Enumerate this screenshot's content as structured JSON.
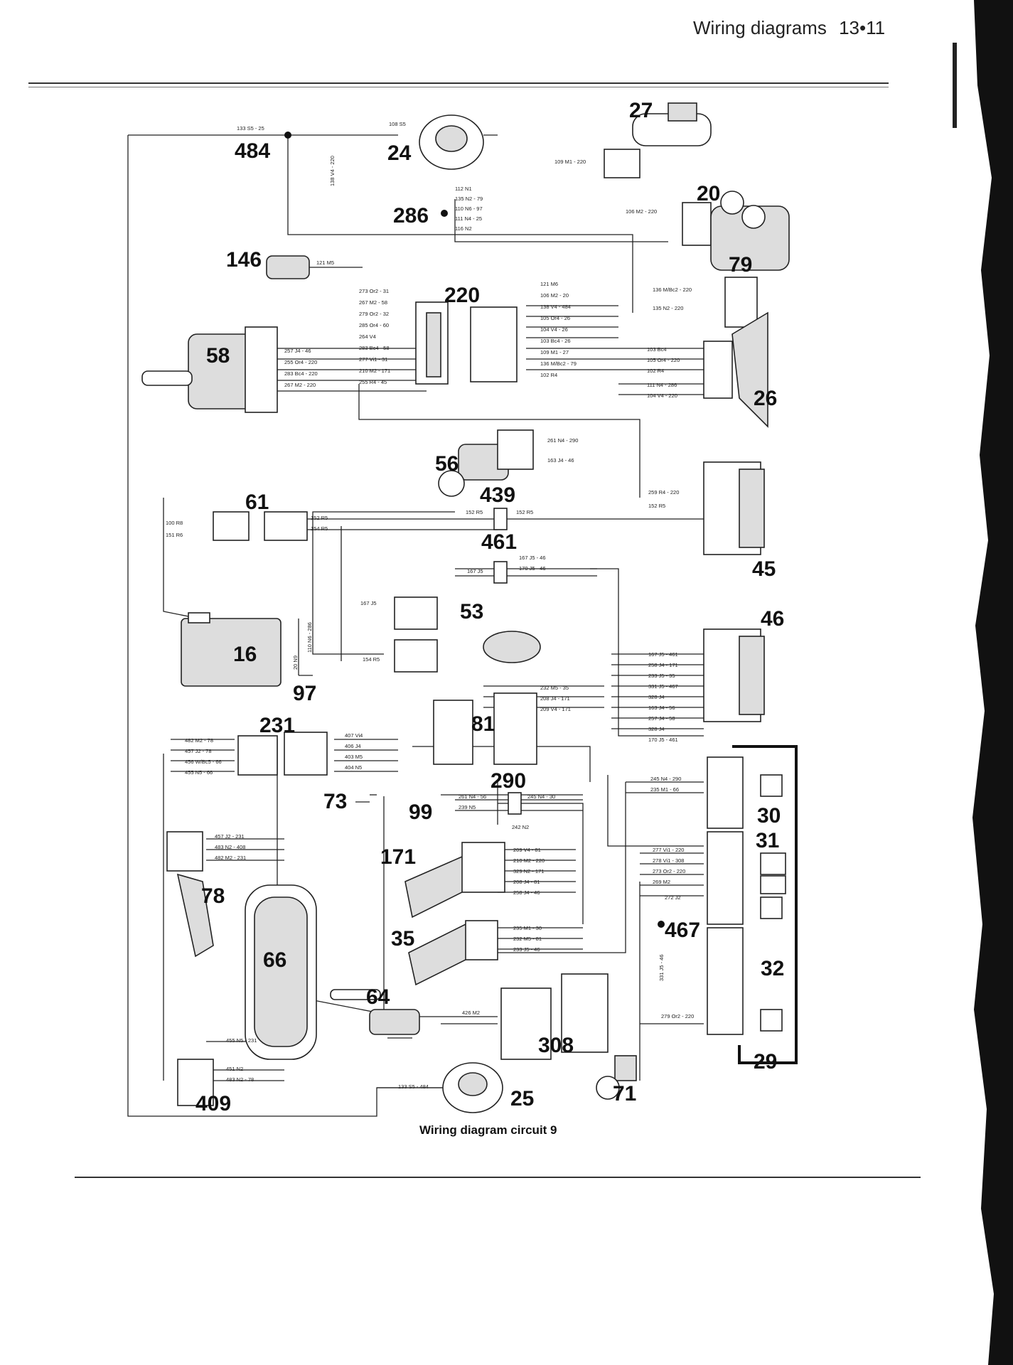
{
  "header": {
    "title": "Wiring diagrams",
    "page": "13•11"
  },
  "caption": "Wiring diagram circuit 9",
  "components": [
    {
      "id": "484"
    },
    {
      "id": "24"
    },
    {
      "id": "27"
    },
    {
      "id": "20"
    },
    {
      "id": "286"
    },
    {
      "id": "79"
    },
    {
      "id": "146"
    },
    {
      "id": "220"
    },
    {
      "id": "58"
    },
    {
      "id": "26"
    },
    {
      "id": "56"
    },
    {
      "id": "439"
    },
    {
      "id": "61"
    },
    {
      "id": "45"
    },
    {
      "id": "461"
    },
    {
      "id": "53"
    },
    {
      "id": "16"
    },
    {
      "id": "97"
    },
    {
      "id": "46"
    },
    {
      "id": "231"
    },
    {
      "id": "81"
    },
    {
      "id": "73"
    },
    {
      "id": "290"
    },
    {
      "id": "99"
    },
    {
      "id": "30"
    },
    {
      "id": "31"
    },
    {
      "id": "171"
    },
    {
      "id": "78"
    },
    {
      "id": "467"
    },
    {
      "id": "35"
    },
    {
      "id": "66"
    },
    {
      "id": "32"
    },
    {
      "id": "64"
    },
    {
      "id": "308"
    },
    {
      "id": "29"
    },
    {
      "id": "71"
    },
    {
      "id": "409"
    },
    {
      "id": "25"
    }
  ],
  "wire_labels": [
    "133 S5 - 25",
    "108 S5",
    "109 M1 - 220",
    "138 V4 - 220",
    "112 N1",
    "135 N2 - 79",
    "110 N6 - 97",
    "111 N4 - 25",
    "116 N2",
    "106 M2 - 220",
    "121 M5",
    "136 M/Bc2 - 220",
    "135 N2 - 220",
    "273 Or2 - 31",
    "267 M2 - 58",
    "279 Or2 - 32",
    "285 Or4 - 60",
    "121 M6",
    "106 M2 - 20",
    "138 V4 - 484",
    "105 Or4 - 26",
    "104 V4 - 26",
    "103 Bc4 - 26",
    "109 M1 - 27",
    "136 M/Bc2 - 79",
    "102 R4",
    "257 J4 - 46",
    "255 Or4 - 220",
    "283 Bc4 - 220",
    "267 M2 - 220",
    "264 V4",
    "283 Bc4 - 58",
    "277 Vi1 - 31",
    "210 M2 - 171",
    "255 R4 - 45",
    "103 Bc4",
    "105 Or4 - 220",
    "102 R4",
    "111 N4 - 286",
    "104 V4 - 220",
    "261 N4 - 290",
    "163 J4 - 46",
    "259 R4 - 220",
    "152 R5",
    "100 R8",
    "151 R6",
    "152 R5",
    "154 R5",
    "152 R5",
    "152 R5",
    "167 J5 - 46",
    "170 J5 - 46",
    "167 J5",
    "167 J5",
    "154 R5",
    "20 N9",
    "110 N6 - 286",
    "167 J5 - 461",
    "258 J4 - 171",
    "233 J5 - 35",
    "331 J5 - 467",
    "328 J4",
    "163 J4 - 56",
    "257 J4 - 58",
    "328 J4",
    "170 J5 - 461",
    "232 M5 - 35",
    "208 J4 - 171",
    "209 V4 - 171",
    "482 M2 - 78",
    "457 J2 - 78",
    "456 W/Bc5 - 66",
    "455 N5 - 66",
    "407 Vi4",
    "406 J4",
    "403 M5",
    "404 N5",
    "245 N4 - 290",
    "235 M1 - 66",
    "261 N4 - 56",
    "239 N5",
    "245 N4 - 30",
    "242 N2",
    "457 J2 - 231",
    "483 N2 - 408",
    "482 M2 - 231",
    "209 V4 - 81",
    "210 M2 - 220",
    "329 N2 - 171",
    "208 J4 - 81",
    "258 J4 - 46",
    "277 Vi1 - 220",
    "278 Vi1 - 308",
    "273 Or2 - 220",
    "269 M2",
    "272 J2",
    "235 M1 - 30",
    "232 M5 - 81",
    "233 J5 - 46",
    "331 J5 - 46",
    "426 M2",
    "279 Or2 - 220",
    "455 N5 - 231",
    "451 N2",
    "483 N2 - 78",
    "133 S5 - 484"
  ]
}
